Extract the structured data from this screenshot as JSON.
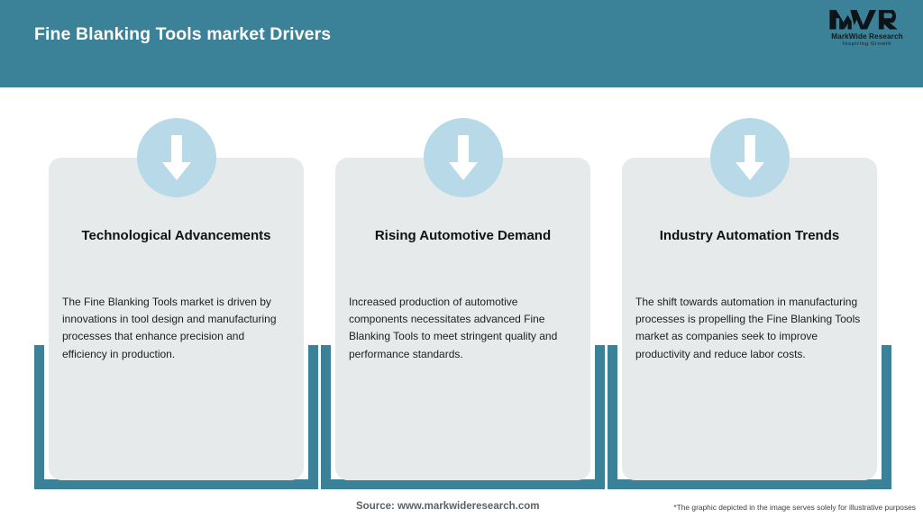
{
  "header": {
    "title": "Fine Blanking Tools market Drivers",
    "bar_color": "#3b8197",
    "title_color": "#ffffff"
  },
  "logo": {
    "mark": "MWR",
    "name": "MarkWide Research",
    "tagline": "Inspiring Growth"
  },
  "cards": [
    {
      "icon": "arrow-down-icon",
      "title": "Technological Advancements",
      "body": "The Fine Blanking Tools market is driven by innovations in tool design and manufacturing processes that enhance precision and efficiency in production."
    },
    {
      "icon": "arrow-down-icon",
      "title": "Rising Automotive Demand",
      "body": "Increased production of automotive components necessitates advanced Fine Blanking Tools to meet stringent quality and performance standards."
    },
    {
      "icon": "arrow-down-icon",
      "title": "Industry Automation Trends",
      "body": "The shift towards automation in manufacturing processes is propelling the Fine Blanking Tools market as companies seek to improve productivity and reduce labor costs."
    }
  ],
  "footer": {
    "source": "Source: www.markwideresearch.com",
    "disclaimer": "*The graphic depicted in the image serves solely for illustrative purposes"
  },
  "colors": {
    "accent_teal": "#3b8197",
    "card_bg": "#e7eaeb",
    "icon_circle": "#b7d9e8",
    "page_bg": "#ffffff"
  }
}
